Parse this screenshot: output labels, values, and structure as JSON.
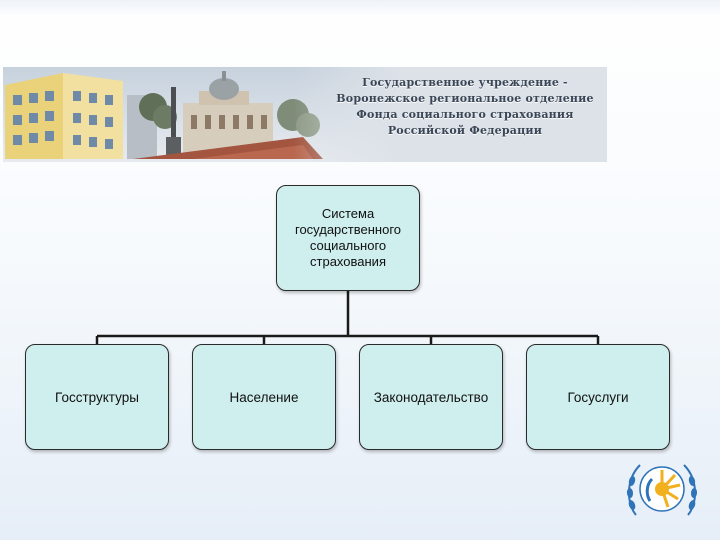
{
  "banner": {
    "title_lines": [
      "Государственное учреждение -",
      "Воронежское региональное отделение",
      "Фонда социального страхования",
      "Российской Федерации"
    ]
  },
  "diagram": {
    "root": {
      "label": "Система\nгосударственного\nсоциального\nстрахования"
    },
    "children": [
      {
        "label": "Госструктуры"
      },
      {
        "label": "Население"
      },
      {
        "label": "Законодательство"
      },
      {
        "label": "Госуслуги"
      }
    ]
  },
  "colors": {
    "box_fill": "#cfeeee",
    "box_border": "#2a2a2a",
    "connector": "#1a1a1a"
  },
  "icons": {
    "banner_photo": "building-photo-icon",
    "emblem": "social-insurance-fund-emblem-icon"
  }
}
